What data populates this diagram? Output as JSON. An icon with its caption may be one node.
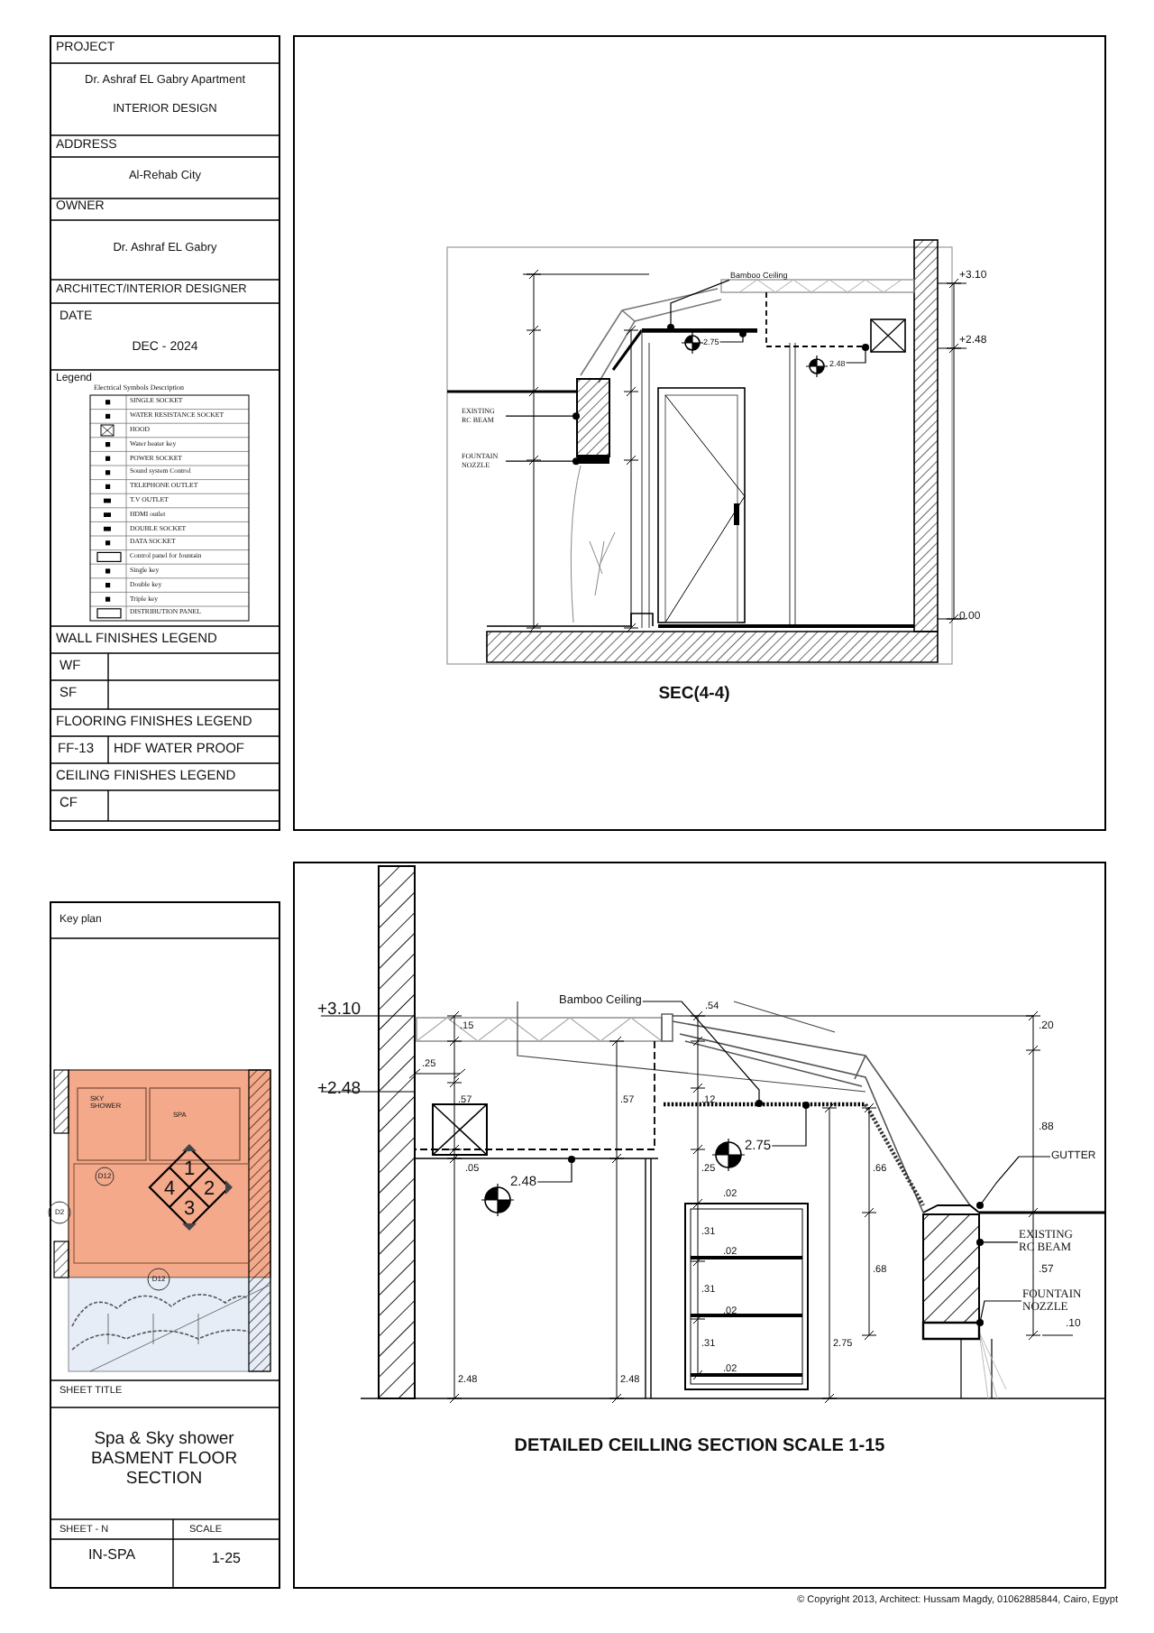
{
  "diagram": {
    "nodes": [
      {
        "text": [
          "Bamboo Ceiling"
        ]
      },
      {
        "text": [
          "EXISTING RC BEAM"
        ]
      },
      {
        "text": [
          "FOUNTAIN NOZZLE"
        ]
      },
      {
        "text": [
          "2.75"
        ]
      },
      {
        "text": [
          "2.48"
        ]
      },
      {
        "text": [
          "Bamboo Ceiling"
        ]
      },
      {
        "text": [
          "2.75"
        ]
      },
      {
        "text": [
          "2.48"
        ]
      },
      {
        "text": [
          "GUTTER"
        ]
      },
      {
        "text": [
          "EXISTING RC BEAM"
        ]
      },
      {
        "text": [
          "FOUNTAIN NOZZLE"
        ]
      },
      {
        "text": [],
        "shape": "bar"
      },
      {
        "text": [],
        "shape": "box"
      },
      {
        "text": [],
        "shape": "bar"
      },
      {
        "text": [],
        "shape": "line"
      },
      {
        "text": [],
        "shape": "line"
      },
      {
        "text": [],
        "shape": "line"
      },
      {
        "text": [],
        "shape": "line"
      },
      {
        "text": [],
        "shape": "box"
      },
      {
        "text": [],
        "shape": "box"
      }
    ],
    "edges": [
      {
        "from": 0,
        "to": 11,
        "arrow": "other"
      },
      {
        "from": 1,
        "to": 12,
        "arrow": "other"
      },
      {
        "from": 2,
        "to": 13,
        "arrow": "other"
      },
      {
        "from": 3,
        "to": 11,
        "arrow": "other"
      },
      {
        "from": 4,
        "to": 14,
        "arrow": "other"
      },
      {
        "from": 5,
        "to": 15,
        "arrow": "other"
      },
      {
        "from": 6,
        "to": 15,
        "arrow": "other"
      },
      {
        "from": 7,
        "to": 16,
        "arrow": "other"
      },
      {
        "from": 8,
        "to": 17,
        "arrow": "other"
      },
      {
        "from": 9,
        "to": 18,
        "arrow": "other"
      },
      {
        "from": 10,
        "to": 19,
        "arrow": "other"
      }
    ],
    "labels": [
      "PROJECT",
      "Dr. Ashraf EL Gabry Apartment",
      "INTERIOR DESIGN",
      "ADDRESS",
      "Al-Rehab City",
      "OWNER",
      "Dr. Ashraf EL Gabry",
      "ARCHITECT/INTERIOR DESIGNER",
      "DATE",
      "DEC - 2024",
      "Legend",
      "Electrical Symbols Description",
      "WALL FINISHES LEGEND",
      "WF",
      "SF",
      "FLOORING FINISHES LEGEND",
      "FF-13",
      "HDF WATER PROOF",
      "CEILING FINISHES LEGEND",
      "CF",
      "Key plan",
      "SKY SHOWER",
      "SPA",
      "D12",
      "D2",
      "D12",
      "1",
      "2",
      "3",
      "4",
      "SHEET TITLE",
      "Spa & Sky shower BASMENT FLOOR SECTION",
      "SHEET - N",
      "SCALE",
      "IN-SPA",
      "1-25",
      "+3.10",
      "+2.48",
      "0.00",
      "SEC(4-4)",
      "+3.10",
      "+2.48",
      ".54",
      ".15",
      ".20",
      ".25",
      ".57",
      ".57",
      ".12",
      ".88",
      ".05",
      ".25",
      ".66",
      ".02",
      ".31",
      ".02",
      ".68",
      ".57",
      ".31",
      ".02",
      ".10",
      ".31",
      "2.75",
      ".02",
      "2.48",
      "2.48",
      "DETAILED CEILLING SECTION SCALE 1-15",
      "© Copyright 2013, Architect: Hussam Magdy, 01062885844, Cairo, Egypt"
    ],
    "legend": [
      {
        "text": "SINGLE SOCKET"
      },
      {
        "text": "WATER RESISTANCE SOCKET"
      },
      {
        "text": "HOOD"
      },
      {
        "text": "Water heater key"
      },
      {
        "text": "POWER SOCKET"
      },
      {
        "text": "Sound system Control"
      },
      {
        "text": "TELEPHONE OUTLET"
      },
      {
        "text": "T.V OUTLET"
      },
      {
        "text": "HDMI outlet"
      },
      {
        "text": "DOUBLE SOCKET"
      },
      {
        "text": "DATA SOCKET"
      },
      {
        "text": "Control panel for fountain"
      },
      {
        "text": "Single key"
      },
      {
        "text": "Double key"
      },
      {
        "text": "Triple key"
      },
      {
        "text": "DISTRIBUTION PANEL"
      }
    ]
  }
}
